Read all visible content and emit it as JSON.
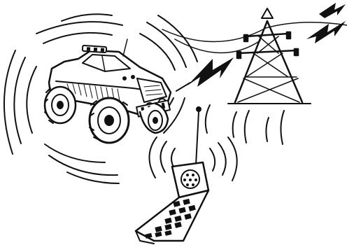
{
  "illustration": {
    "subject": "rc-truck-radio-interference",
    "colors": {
      "ink": "#111111",
      "paper": "#ffffff"
    },
    "elements": [
      "rc-monster-truck",
      "radio-transmitter",
      "power-line-tower",
      "lightning-bolts",
      "radio-wave-arcs"
    ]
  }
}
